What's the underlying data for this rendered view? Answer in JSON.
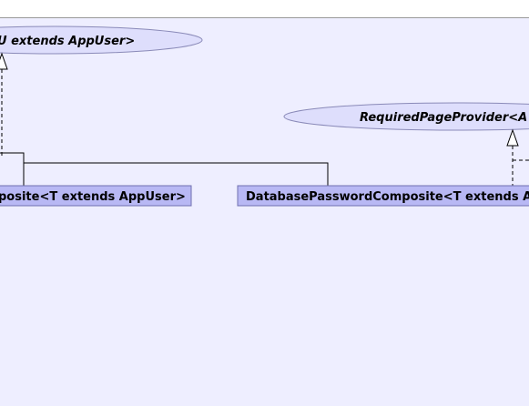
{
  "colors": {
    "page_background": "#ffffff",
    "canvas_background": "#eeeeff",
    "canvas_border": "#999999",
    "ellipse_fill": "#dedefc",
    "ellipse_stroke": "#8a8ab8",
    "class_fill": "#b8b8f4",
    "class_stroke": "#7070b0",
    "connector_stroke": "#000000"
  },
  "interfaces": [
    {
      "label": "U extends AppUser>"
    },
    {
      "label": "RequiredPageProvider<A"
    }
  ],
  "classes": [
    {
      "label": "posite<T extends AppUser>"
    },
    {
      "label": "DatabasePasswordComposite<T extends A"
    }
  ]
}
